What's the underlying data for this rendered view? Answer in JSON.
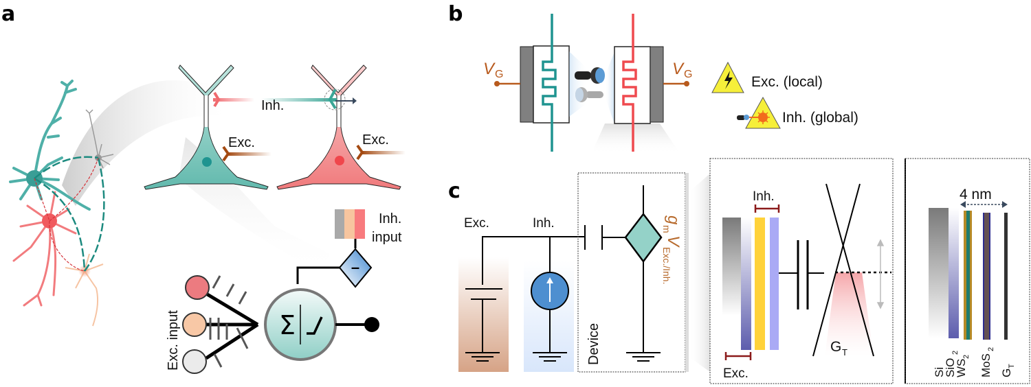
{
  "figure": {
    "panels": {
      "a": {
        "letter": "a",
        "neuron_top_inh": "Inh.",
        "neuron_left_exc": "Exc.",
        "neuron_right_exc": "Exc.",
        "inh_input_line1": "Inh.",
        "inh_input_line2": "input",
        "exc_input": "Exc. input",
        "sum_symbol": "Σ",
        "minus_symbol": "–",
        "colors": {
          "teal": "#3a9e96",
          "red": "#f0646a",
          "peach": "#f7c59f",
          "gray": "#a9a9a9",
          "brown": "#a44a12",
          "blue_diamond": "#5b9bd5"
        }
      },
      "b": {
        "letter": "b",
        "vg_left": "V",
        "vg_left_sub": "G",
        "vg_right": "V",
        "vg_right_sub": "G",
        "legend_exc": "Exc. (local)",
        "legend_inh": "Inh. (global)",
        "colors": {
          "teal": "#1f9490",
          "red": "#ef4a4f",
          "gate": "#808080",
          "vg": "#b85a1d",
          "warning_yellow": "#f6ef3a",
          "laser_orange": "#f26b1d"
        }
      },
      "c": {
        "letter": "c",
        "circuit_exc": "Exc.",
        "circuit_inh": "Inh.",
        "device_label": "Device",
        "gm": "g",
        "gm_sub": "m",
        "v": "V",
        "v_sub": "Exc./Inh.",
        "band_inh": "Inh.",
        "band_exc": "Exc.",
        "gt": "G",
        "gt_sub": "T",
        "thickness": "4 nm",
        "layers": [
          {
            "name": "Si",
            "sub": ""
          },
          {
            "name": "SiO",
            "sub": "2"
          },
          {
            "name": "WS",
            "sub": "2"
          },
          {
            "name": "MoS",
            "sub": "2"
          },
          {
            "name": "G",
            "sub": "T"
          }
        ],
        "colors": {
          "exc_bg": "#d9a98a",
          "inh_bg": "#dce9fa",
          "source_blue": "#4e8fd0",
          "diamond_teal": "#94d2c8",
          "gm_brown": "#b76a2c",
          "yellow": "#ffd23a",
          "lavender": "#aaaaf5",
          "dark_red": "#8b1a1a",
          "navy": "#5b5ba8"
        }
      }
    }
  }
}
